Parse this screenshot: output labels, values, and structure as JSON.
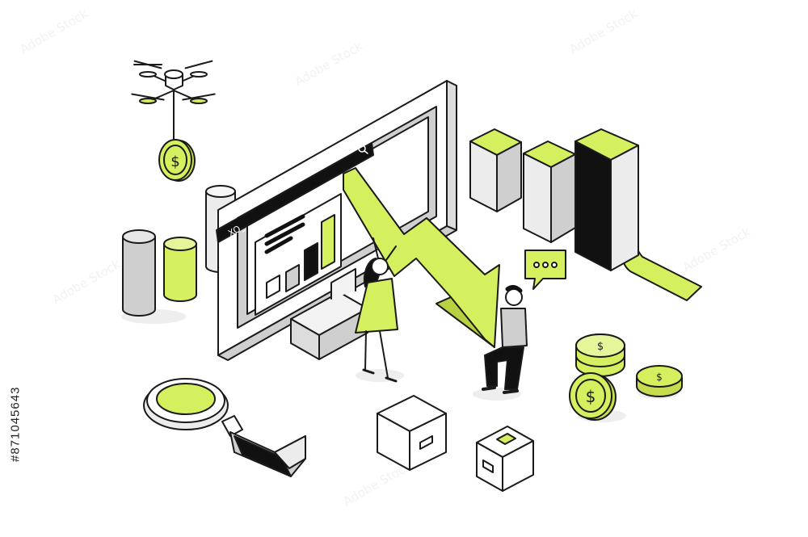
{
  "illustration": {
    "search_bar_text": "XO_",
    "chat_bubble_text": "⋯",
    "coin_symbol": "$"
  },
  "watermark": {
    "text": "Adobe Stock",
    "id_label": "#871045643"
  },
  "colors": {
    "accent": "#d4f05e",
    "outline": "#1a1a1a",
    "gray": "#cfcfcf",
    "light_gray": "#ececec",
    "black": "#111111",
    "white": "#ffffff"
  }
}
